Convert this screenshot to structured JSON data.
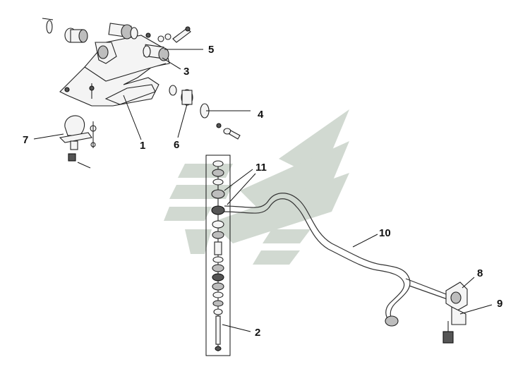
{
  "callouts": {
    "c1": "1",
    "c2": "2",
    "c3": "3",
    "c4": "4",
    "c5": "5",
    "c6": "6",
    "c7": "7",
    "c8": "8",
    "c9": "9",
    "c10": "10",
    "c11": "11"
  },
  "colors": {
    "watermark": "#c9d3c9",
    "ink": "#111111"
  }
}
